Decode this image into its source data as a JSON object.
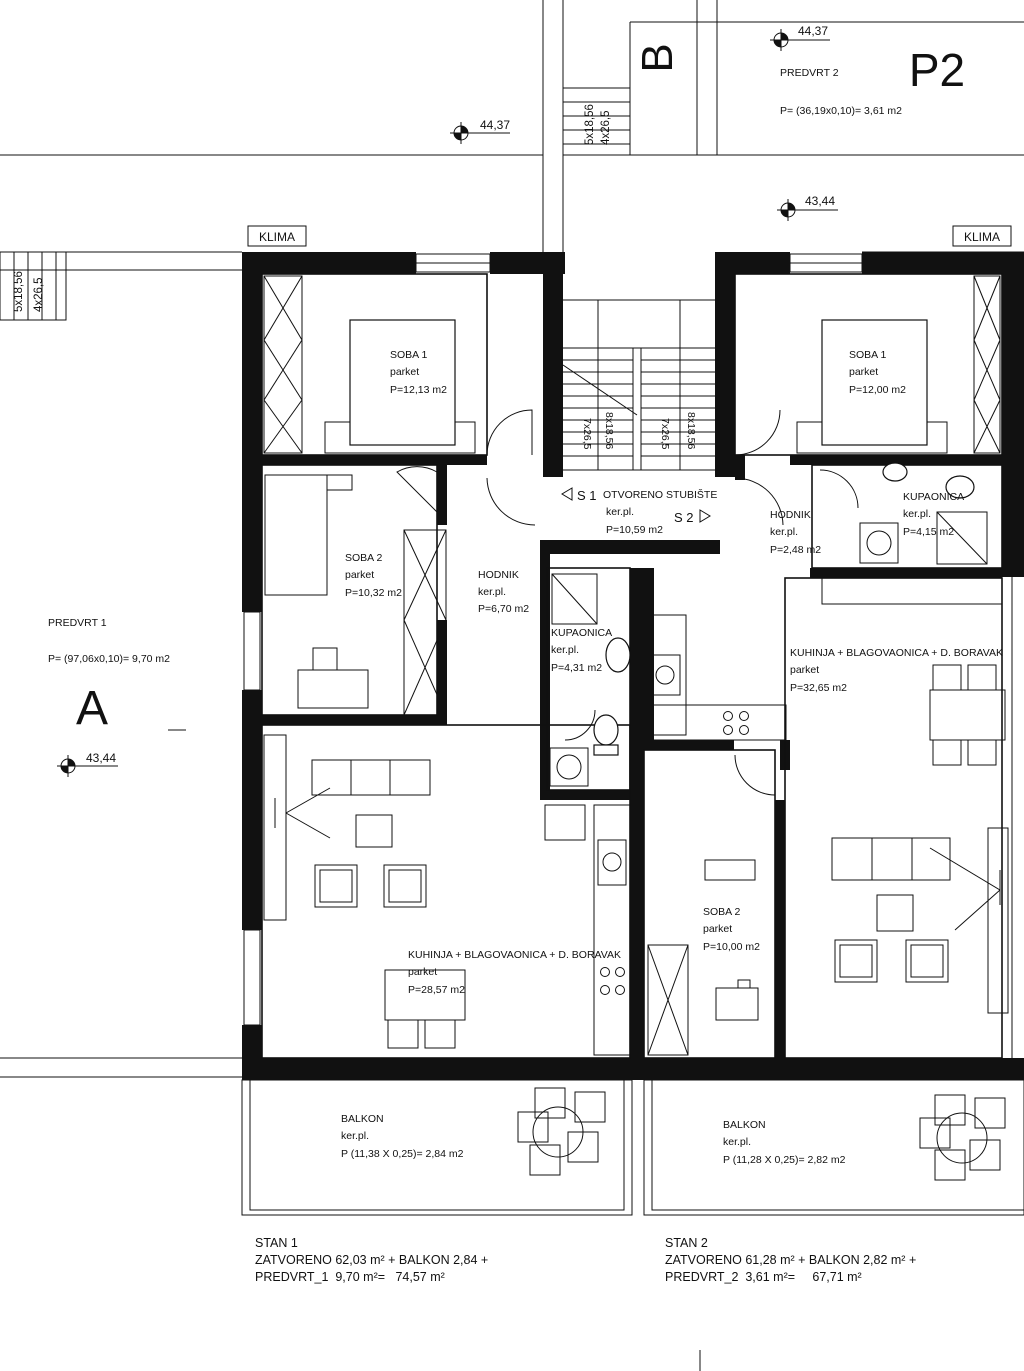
{
  "markers": {
    "section_b": "B",
    "section_a": "A",
    "building": "P2"
  },
  "elevations": {
    "top_left": "44,37",
    "top_right": "44,37",
    "right_mid": "43,44",
    "left": "43,44"
  },
  "klima": {
    "left": "KLIMA",
    "right": "KLIMA"
  },
  "stairs": {
    "top": [
      "5x18,56",
      "4x26,5"
    ],
    "left": [
      "5x18,56",
      "4x26,5"
    ],
    "flight1": [
      "8x18,56",
      "7x26,5"
    ],
    "flight2": [
      "8x18,56",
      "7x26,5"
    ],
    "s1": "S 1",
    "s2": "S 2"
  },
  "gardens": {
    "predvrt2": {
      "name": "PREDVRT 2",
      "area": "P= (36,19x0,10)= 3,61 m2"
    },
    "predvrt1": {
      "name": "PREDVRT 1",
      "area": "P= (97,06x0,10)= 9,70 m2"
    }
  },
  "rooms": {
    "soba1_left": {
      "name": "SOBA 1",
      "floor": "parket",
      "area": "P=12,13 m2"
    },
    "soba1_right": {
      "name": "SOBA 1",
      "floor": "parket",
      "area": "P=12,00 m2"
    },
    "soba2_left": {
      "name": "SOBA 2",
      "floor": "parket",
      "area": "P=10,32 m2"
    },
    "hodnik_left": {
      "name": "HODNIK",
      "floor": "ker.pl.",
      "area": "P=6,70 m2"
    },
    "stubiste": {
      "name": "OTVORENO STUBIŠTE",
      "floor": "ker.pl.",
      "area": "P=10,59 m2"
    },
    "hodnik_right": {
      "name": "HODNIK",
      "floor": "ker.pl.",
      "area": "P=2,48 m2"
    },
    "kupaonica_right": {
      "name": "KUPAONICA",
      "floor": "ker.pl.",
      "area": "P=4,15 m2"
    },
    "kupaonica_left": {
      "name": "KUPAONICA",
      "floor": "ker.pl.",
      "area": "P=4,31 m2"
    },
    "kuhinja_right": {
      "name": "KUHINJA + BLAGOVAONICA + D. BORAVAK",
      "floor": "parket",
      "area": "P=32,65 m2"
    },
    "kuhinja_left": {
      "name": "KUHINJA + BLAGOVAONICA + D. BORAVAK",
      "floor": "parket",
      "area": "P=28,57 m2"
    },
    "soba2_right": {
      "name": "SOBA 2",
      "floor": "parket",
      "area": "P=10,00 m2"
    },
    "balkon_left": {
      "name": "BALKON",
      "floor": "ker.pl.",
      "area": "P (11,38 X 0,25)= 2,84 m2"
    },
    "balkon_right": {
      "name": "BALKON",
      "floor": "ker.pl.",
      "area": "P (11,28 X 0,25)= 2,82 m2"
    }
  },
  "summary": {
    "stan1": {
      "title": "STAN 1",
      "line1": "ZATVORENO 62,03 m² + BALKON 2,84 +",
      "line2": "PREDVRT_1  9,70 m²=   74,57 m²"
    },
    "stan2": {
      "title": "STAN 2",
      "line1": "ZATVORENO 61,28 m² + BALKON 2,82 m² +",
      "line2": "PREDVRT_2  3,61 m²=     67,71 m²"
    }
  }
}
